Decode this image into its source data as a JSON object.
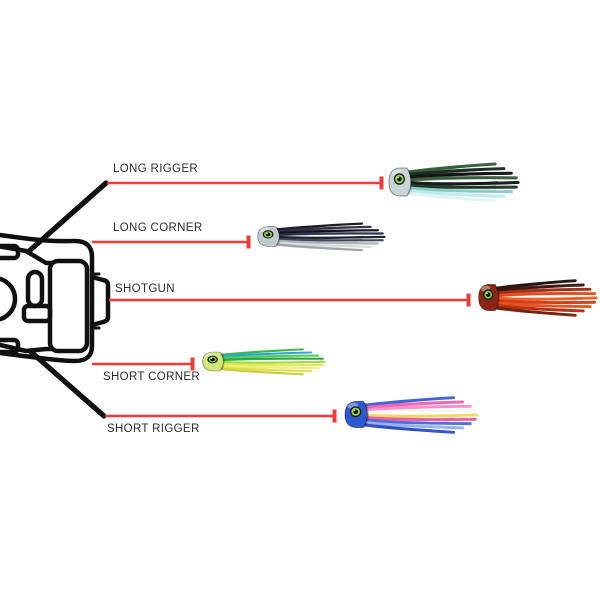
{
  "colors": {
    "background": "#ffffff",
    "line": "#ee3b3b",
    "outline": "#101010",
    "label": "#2d2d2d"
  },
  "spread": {
    "positions": [
      {
        "id": "long-rigger",
        "label": "LONG RIGGER",
        "lure": {
          "name": "green-black-over-aqua-lure",
          "head": "#c9d4d8",
          "eye_ring": "#9adb3f",
          "strands": [
            "#2e5c33",
            "#14281a",
            "#0c100c",
            "#35593a",
            "#101410",
            "#1e3322",
            "#86c9c4",
            "#bfe9ea",
            "#dff4f4"
          ]
        }
      },
      {
        "id": "long-corner",
        "label": "LONG CORNER",
        "lure": {
          "name": "black-purple-over-silver-lure",
          "head": "#c3cacf",
          "eye_ring": "#8bd23c",
          "strands": [
            "#17141f",
            "#2c2840",
            "#0e0c14",
            "#232c4a",
            "#141824",
            "#3a4258",
            "#aab2b6",
            "#d5dadc",
            "#9aa2a8"
          ]
        }
      },
      {
        "id": "shotgun",
        "label": "SHOTGUN",
        "lure": {
          "name": "black-over-red-orange-lure",
          "head": "#8a2416",
          "eye_ring": "#76c32f",
          "strands": [
            "#1a100c",
            "#3a140c",
            "#a02810",
            "#e04818",
            "#f05820",
            "#d03812",
            "#e84c1a",
            "#b02c0e",
            "#701c08"
          ]
        }
      },
      {
        "id": "short-corner",
        "label": "SHORT CORNER",
        "lure": {
          "name": "green-blue-over-chartreuse-lure",
          "head": "#cfe97b",
          "eye_ring": "#86b83a",
          "strands": [
            "#35b544",
            "#2b9fd8",
            "#4ecf52",
            "#27a13c",
            "#9ed832",
            "#ddea56",
            "#f0ee6e",
            "#e0dc48",
            "#c2cf3a"
          ]
        }
      },
      {
        "id": "short-rigger",
        "label": "SHORT RIGGER",
        "lure": {
          "name": "pink-blue-rainbow-lure",
          "head": "#2e58cf",
          "eye_ring": "#8fd23f",
          "strands": [
            "#3a5fd4",
            "#ec62b0",
            "#f78cc8",
            "#f8f6f2",
            "#ecd85e",
            "#ee55a2",
            "#4a6ade",
            "#93aff0",
            "#2d4cc0"
          ]
        }
      }
    ]
  }
}
